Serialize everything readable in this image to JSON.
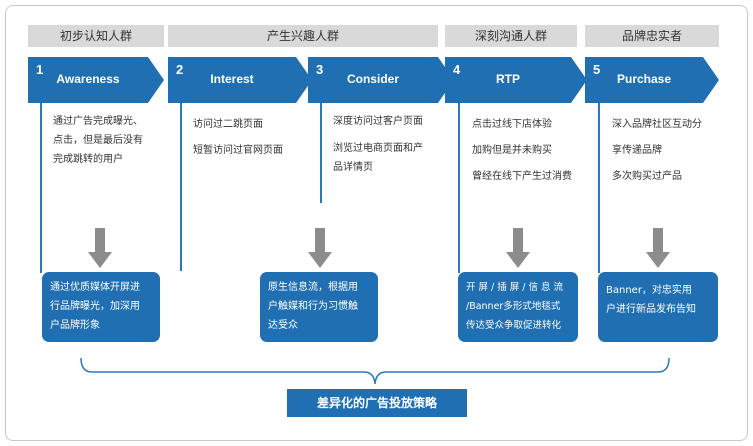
{
  "phases": [
    {
      "label": "初步认知人群"
    },
    {
      "label": "产生兴趣人群"
    },
    {
      "label": "深刻沟通人群"
    },
    {
      "label": "品牌忠实者"
    }
  ],
  "stages": [
    {
      "num": "1",
      "label": "Awareness",
      "desc": [
        "通过广告完成曝光、",
        "点击，但是最后没有",
        "完成跳转的用户"
      ]
    },
    {
      "num": "2",
      "label": "Interest",
      "desc": [
        "访问过二跳页面",
        "短暂访问过官网页面"
      ]
    },
    {
      "num": "3",
      "label": "Consider",
      "desc": [
        "深度访问过客户页面",
        "浏览过电商页面和产",
        "品详情页"
      ]
    },
    {
      "num": "4",
      "label": "RTP",
      "desc": [
        "点击过线下店体验",
        "加购但是并未购买",
        "曾经在线下产生过消费"
      ]
    },
    {
      "num": "5",
      "label": "Purchase",
      "desc": [
        "深入品牌社区互动分",
        "享传递品牌",
        "多次购买过产品"
      ]
    }
  ],
  "strategies": [
    {
      "lines": [
        "通过优质媒体开屏进",
        "行品牌曝光，加深用",
        "户品牌形象"
      ]
    },
    {
      "lines": [
        "原生信息流，根据用",
        "户触媒和行为习惯触",
        "达受众"
      ]
    },
    {
      "lines": [
        "开 屏 / 插 屏 / 信 息 流",
        "/Banner多形式地毯式",
        "传达受众争取促进转化"
      ]
    },
    {
      "lines": [
        "Banner，对忠实用",
        "户进行新品发布告知"
      ]
    }
  ],
  "summary": "差异化的广告投放策略",
  "colors": {
    "primary": "#1f6fb2",
    "header_bg": "#d9d9d9",
    "arrow_gray": "#8c8c8c"
  }
}
